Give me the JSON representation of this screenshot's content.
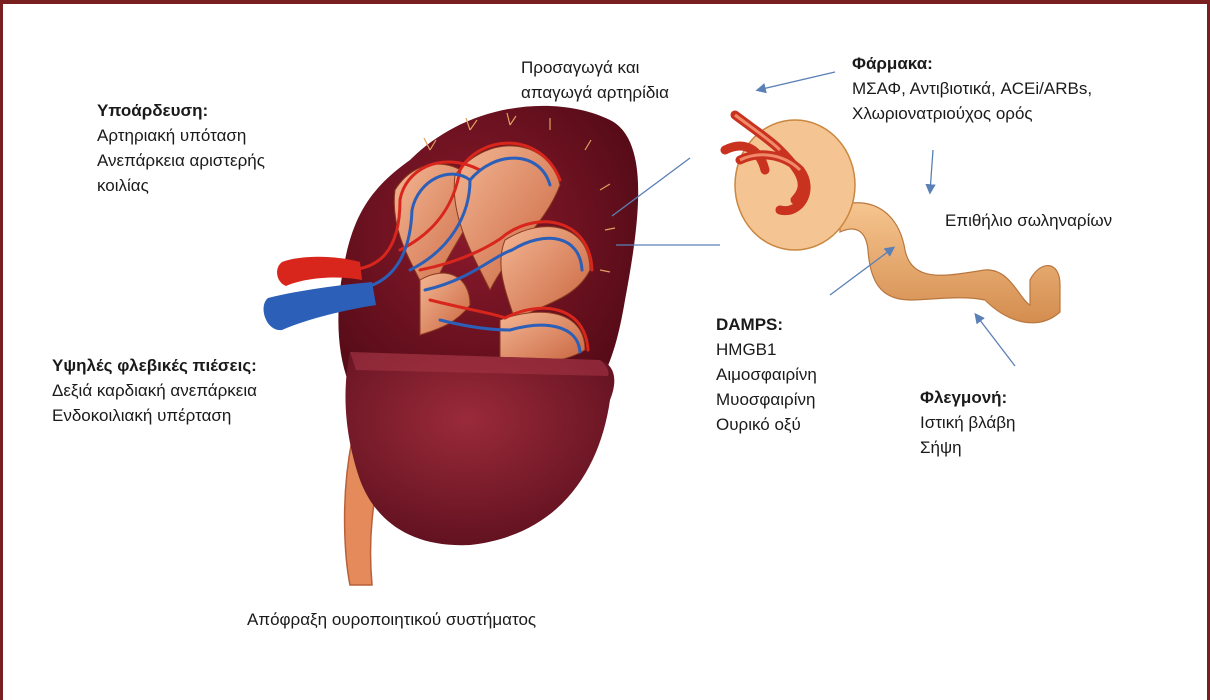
{
  "colors": {
    "frame": "#7a1f1f",
    "kidney_cortex": "#6b0d1c",
    "kidney_lower": "#7c1a2a",
    "pyramid": "#e9a07e",
    "artery": "#d9261c",
    "vein": "#2c5fb8",
    "ureter": "#e58a5a",
    "tubule": "#eaaa70",
    "arrow": "#5b80b6"
  },
  "labels": {
    "hypoperfusion": {
      "title": "Υποάρδευση:",
      "lines": [
        "Αρτηριακή υπόταση",
        "Ανεπάρκεια αριστερής",
        "κοιλίας"
      ]
    },
    "venous": {
      "title": "Υψηλές φλεβικές πιέσεις:",
      "lines": [
        "Δεξιά καρδιακή ανεπάρκεια",
        "Ενδοκοιλιακή υπέρταση"
      ]
    },
    "arterioles": {
      "lines": [
        "Προσαγωγά και",
        "απαγωγά αρτηρίδια"
      ]
    },
    "drugs": {
      "title": "Φάρμακα:",
      "lines": [
        "ΜΣΑΦ, Αντιβιοτικά, ACEi/ARBs,",
        "Χλωριονατριούχος ορός"
      ]
    },
    "epithelium": {
      "lines": [
        "Επιθήλιο σωληναρίων"
      ]
    },
    "damps": {
      "title": "DAMPS:",
      "lines": [
        "HMGB1",
        "Αιμοσφαιρίνη",
        "Μυοσφαιρίνη",
        "Ουρικό οξύ"
      ]
    },
    "inflammation": {
      "title": "Φλεγμονή:",
      "lines": [
        "Ιστική βλάβη",
        "Σήψη"
      ]
    },
    "obstruction": {
      "lines": [
        "Απόφραξη ουροποιητικού συστήματος"
      ]
    }
  }
}
